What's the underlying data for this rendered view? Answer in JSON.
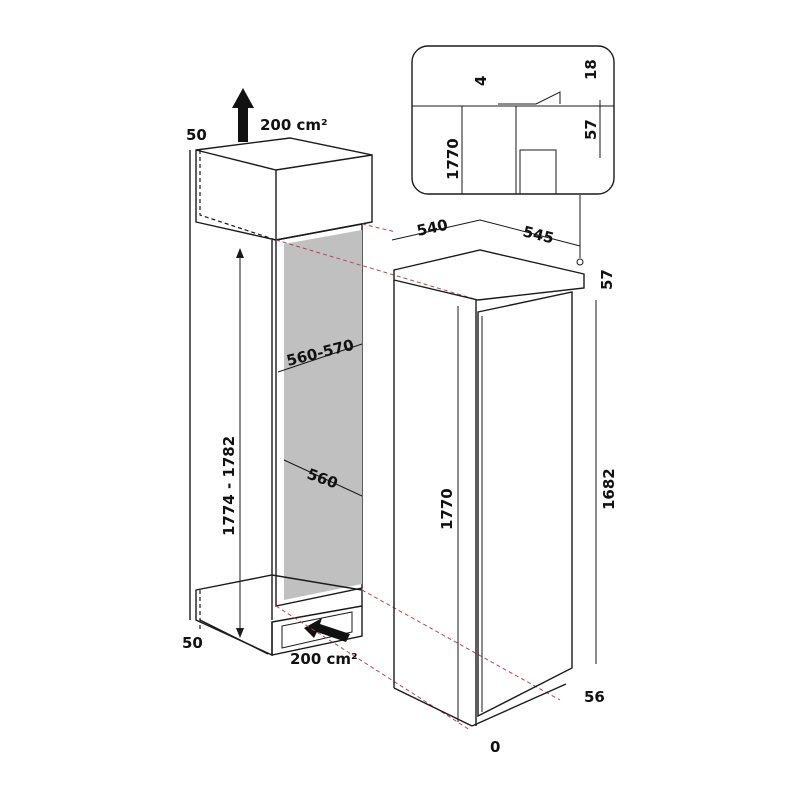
{
  "diagram": {
    "title": "Built-in refrigerator installation dimensions (mm)",
    "colors": {
      "line": "#1a1a1a",
      "niche_fill": "#c8c8c8",
      "guide_red": "#b0485a",
      "background": "#ffffff"
    },
    "labels": {
      "vent_top": "200 cm²",
      "vent_bottom": "200 cm²",
      "top_clearance": "50",
      "bottom_clearance": "50",
      "niche_width": "560-570",
      "niche_depth": "560",
      "niche_height": "1774 - 1782",
      "appliance_height": "1770",
      "door_height": "1682",
      "appliance_width": "540",
      "appliance_depth": "545",
      "top_offset": "57",
      "bottom_offset": "56",
      "bottom_gap": "0",
      "detail_top_gap": "4",
      "detail_height": "1770",
      "detail_top_right": "18",
      "detail_right": "57"
    },
    "icons": [
      "airflow-up-arrow-icon",
      "airflow-in-arrow-icon"
    ]
  }
}
